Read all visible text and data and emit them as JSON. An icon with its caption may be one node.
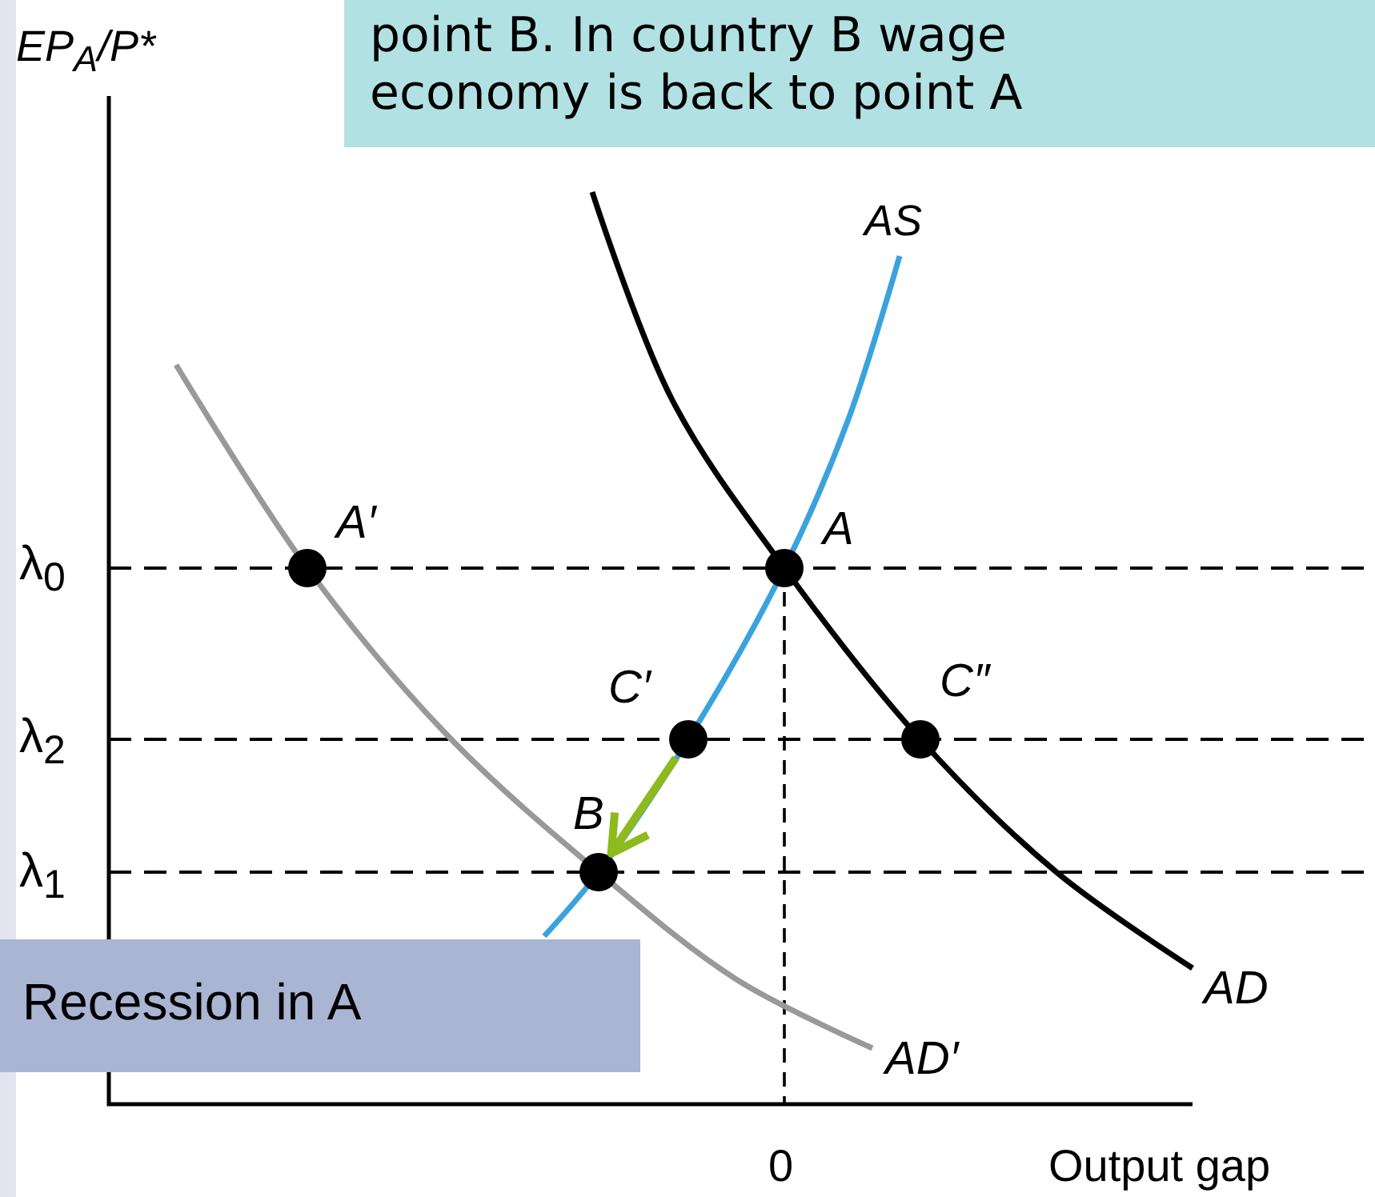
{
  "diagram": {
    "nodes": [
      {
        "text": [
          "point B. In country B wage",
          "economy is back to point A"
        ]
      },
      {
        "text": [],
        "shape": "circle",
        "beside": [
          "A′"
        ]
      },
      {
        "text": [],
        "shape": "circle",
        "beside": [
          "A"
        ]
      },
      {
        "text": [],
        "shape": "circle",
        "beside": [
          "C′"
        ]
      },
      {
        "text": [],
        "shape": "circle",
        "beside": [
          "C″"
        ]
      },
      {
        "text": [],
        "shape": "circle",
        "beside": [
          "B"
        ]
      },
      {
        "text": [
          "Recession in A"
        ]
      }
    ],
    "edges": [
      {
        "from": 3,
        "to": 5,
        "arrow": "to",
        "color": "#8dba1c"
      }
    ],
    "labels": [
      "EP$_{A}$/P*",
      "AS",
      "λ$_{0}$",
      "λ$_{2}$",
      "λ$_{1}$",
      "AD",
      "AD′",
      "0",
      "Output gap"
    ]
  }
}
